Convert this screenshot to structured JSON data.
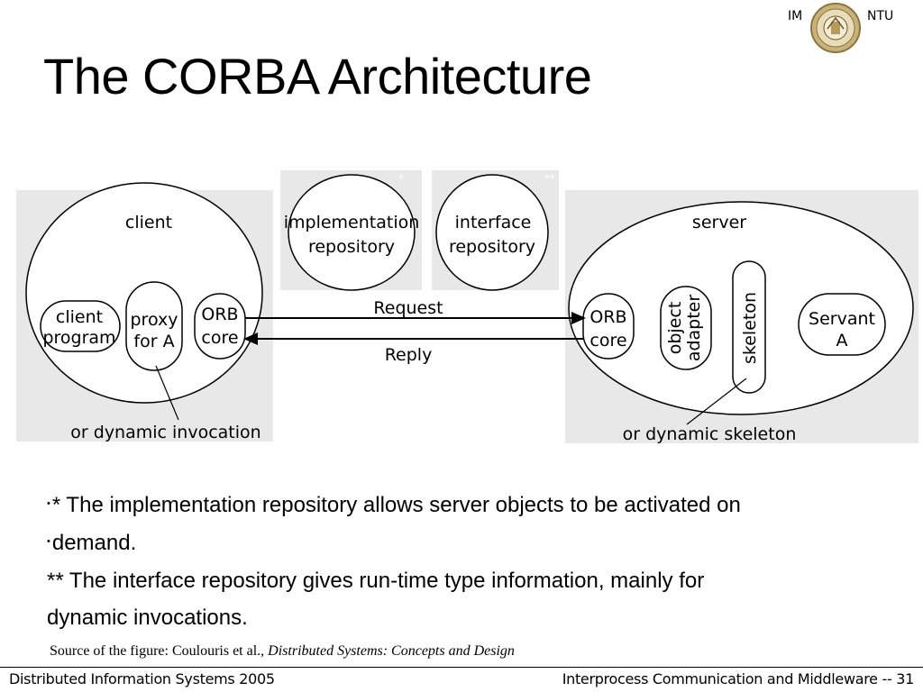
{
  "header": {
    "logo_left": "IM",
    "logo_right": "NTU",
    "title": "The CORBA Architecture"
  },
  "diagram": {
    "client": {
      "label": "client",
      "client_program": [
        "client",
        "program"
      ],
      "proxy": [
        "proxy",
        "for A"
      ],
      "orb_core": [
        "ORB",
        "core"
      ],
      "callout": "or dynamic invocation"
    },
    "implementation_repository": {
      "lines": [
        "implementation",
        "repository"
      ],
      "mark": "*"
    },
    "interface_repository": {
      "lines": [
        "interface",
        "repository"
      ],
      "mark": "**"
    },
    "request_label": "Request",
    "reply_label": "Reply",
    "server": {
      "label": "server",
      "orb_core": [
        "ORB",
        "core"
      ],
      "object_adapter": [
        "object",
        "adapter"
      ],
      "skeleton": "skeleton",
      "servant": [
        "Servant",
        "A"
      ],
      "callout": "or dynamic skeleton"
    }
  },
  "notes": {
    "line1": "* The implementation repository allows server objects to be activated on",
    "line2": "demand.",
    "line3": "** The interface repository gives run-time type information, mainly for",
    "line4": "dynamic invocations."
  },
  "source": {
    "prefix": "Source of the figure: Coulouris et al., ",
    "book": "Distributed Systems: Concepts and Design"
  },
  "footer": {
    "left": "Distributed Information Systems 2005",
    "right": "Interprocess Communication and Middleware -- 31"
  },
  "colors": {
    "panel": "#e8e8e8",
    "ink": "#000000"
  }
}
